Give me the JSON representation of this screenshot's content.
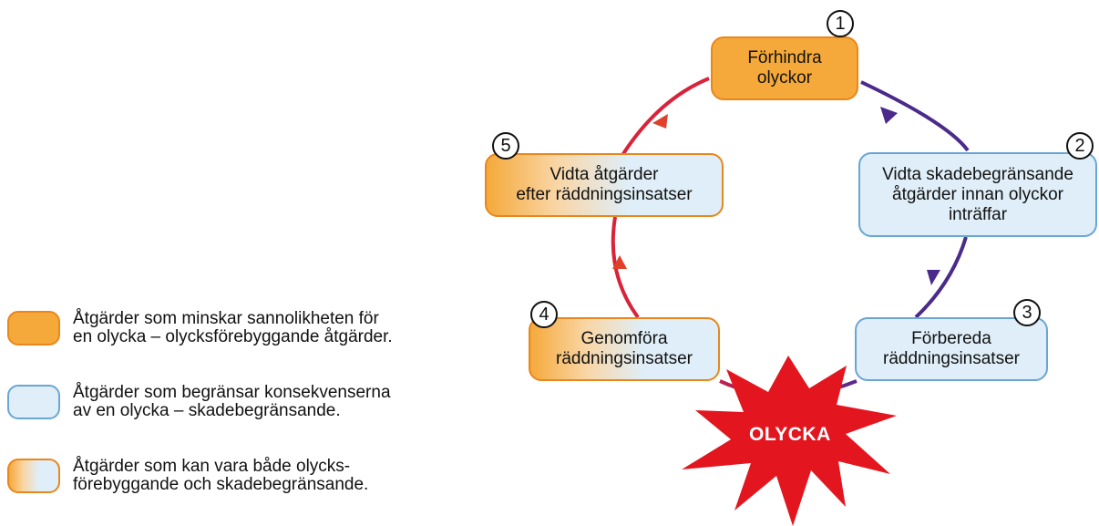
{
  "diagram": {
    "nodes": [
      {
        "number": "1",
        "lines": [
          "Förhindra",
          "olyckor"
        ],
        "style": "orange"
      },
      {
        "number": "2",
        "lines": [
          "Vidta skadebegränsande",
          "åtgärder innan olyckor",
          "inträffar"
        ],
        "style": "blue"
      },
      {
        "number": "3",
        "lines": [
          "Förbereda",
          "räddningsinsatser"
        ],
        "style": "blue"
      },
      {
        "number": "4",
        "lines": [
          "Genomföra",
          "räddningsinsatser"
        ],
        "style": "mixed"
      },
      {
        "number": "5",
        "lines": [
          "Vidta åtgärder",
          "efter räddningsinsatser"
        ],
        "style": "mixed"
      }
    ],
    "center_label": "OLYCKA",
    "colors": {
      "orange_fill": "#f5a93a",
      "orange_border": "#e8871c",
      "blue_fill": "#dfeef8",
      "blue_border": "#6aa6d3",
      "arrow_purple": "#4a2a8a",
      "arrow_red": "#d8233a",
      "burst_red": "#e3161f"
    }
  },
  "legend": [
    {
      "style": "orange",
      "lines": [
        "Åtgärder som minskar sannolikheten för",
        "en olycka – olycksförebyggande åtgärder."
      ]
    },
    {
      "style": "blue",
      "lines": [
        "Åtgärder som begränsar konsekvenserna",
        "av en olycka – skadebegränsande."
      ]
    },
    {
      "style": "mixed",
      "lines": [
        "Åtgärder som kan vara både olycks-",
        "förebyggande och skadebegränsande."
      ]
    }
  ]
}
